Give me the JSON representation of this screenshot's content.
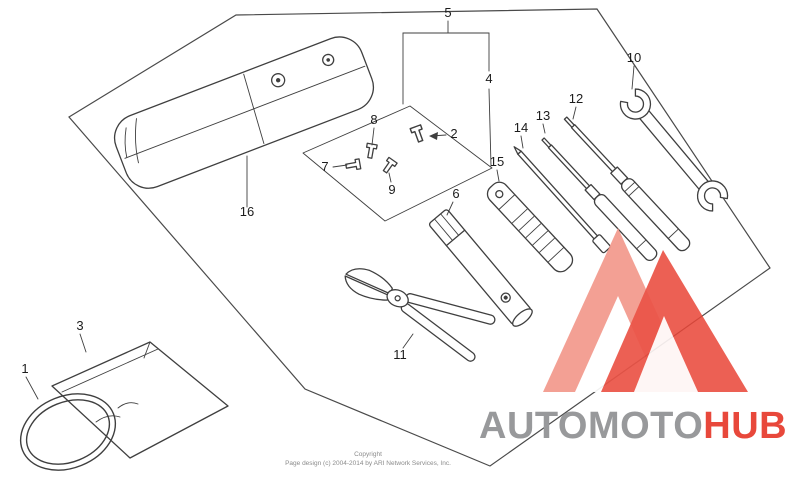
{
  "diagram": {
    "part_labels": {
      "p1": "1",
      "p2": "2",
      "p3": "3",
      "p4": "4",
      "p5": "5",
      "p6": "6",
      "p7": "7",
      "p8": "8",
      "p9": "9",
      "p10": "10",
      "p11": "11",
      "p12": "12",
      "p13": "13",
      "p14": "14",
      "p15": "15",
      "p16": "16"
    },
    "footer": {
      "line1": "Copyright",
      "line2": "Page design (c) 2004-2014 by ARI Network Services, Inc."
    },
    "watermark": {
      "brand_left": "AUTOMOTO",
      "brand_right": "HUB"
    },
    "colors": {
      "line": "#3f3f3f",
      "label": "#1c1c1c",
      "logo_light": "#F2998C",
      "logo_dark": "#EA4638",
      "brand_gray": "#98999B",
      "brand_red": "#E8483B",
      "footer_gray": "#8b8b8b"
    }
  }
}
